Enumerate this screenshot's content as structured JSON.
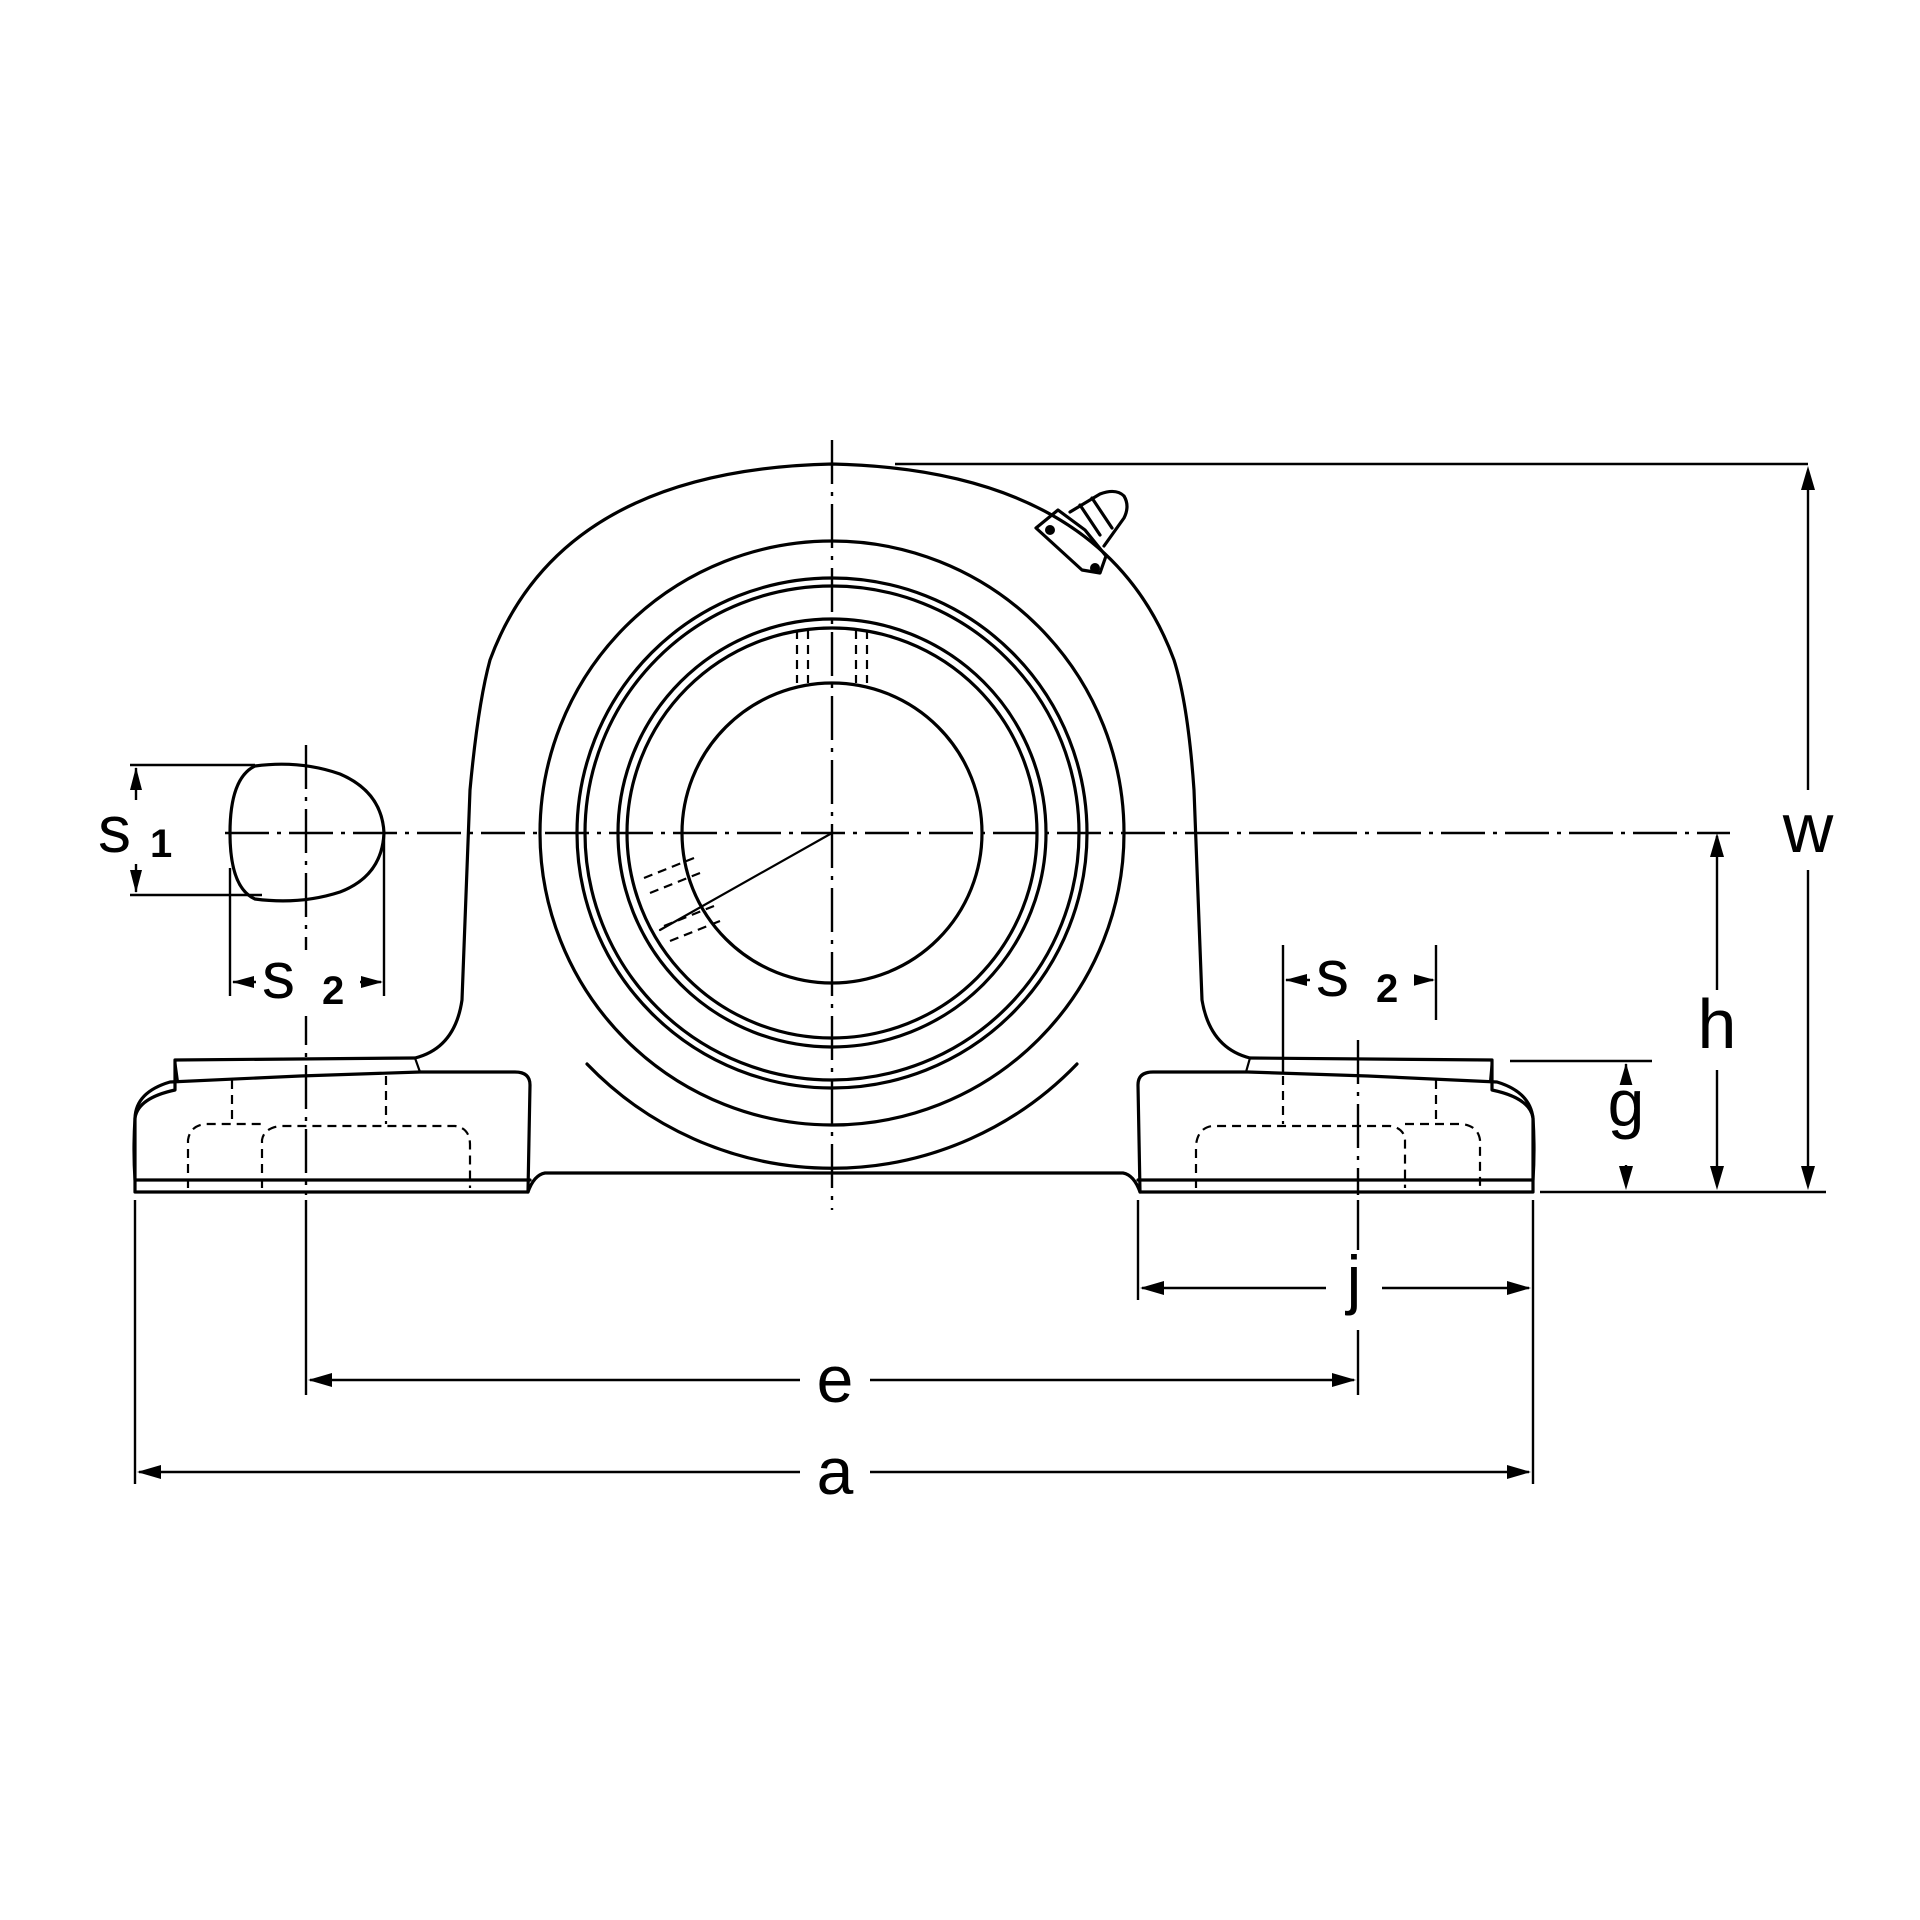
{
  "diagram": {
    "labels": {
      "s1": {
        "main": "s",
        "sub": "1"
      },
      "s2_left": {
        "main": "s",
        "sub": "2"
      },
      "s2_right": {
        "main": "s",
        "sub": "2"
      },
      "w": "w",
      "h": "h",
      "g": "g",
      "j": "j",
      "e": "e",
      "a": "a"
    },
    "colors": {
      "line": "#000000",
      "background": "#ffffff"
    }
  }
}
